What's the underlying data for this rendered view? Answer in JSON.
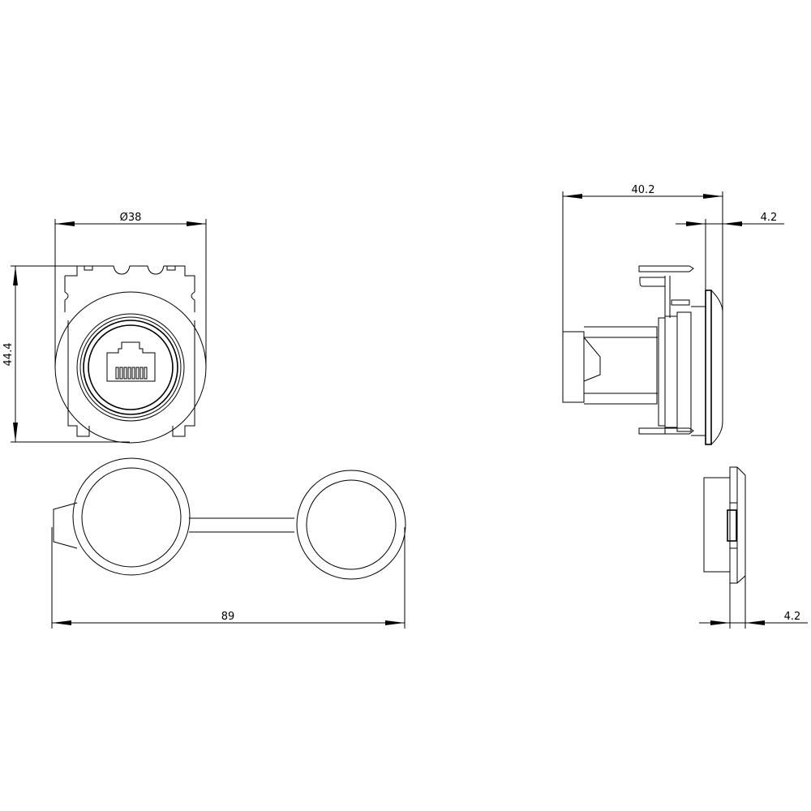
{
  "drawing": {
    "views": [
      "front-view",
      "side-view",
      "cap-view",
      "cap-side-view"
    ],
    "line_color": "#000000",
    "background": "#ffffff",
    "connector_icon": "rj45-jack-icon"
  },
  "dimensions": {
    "front_diameter": "Ø38",
    "front_height": "44.4",
    "side_depth": "40.2",
    "side_flange": "4.2",
    "cap_length": "89",
    "cap_thickness": "4.2"
  }
}
